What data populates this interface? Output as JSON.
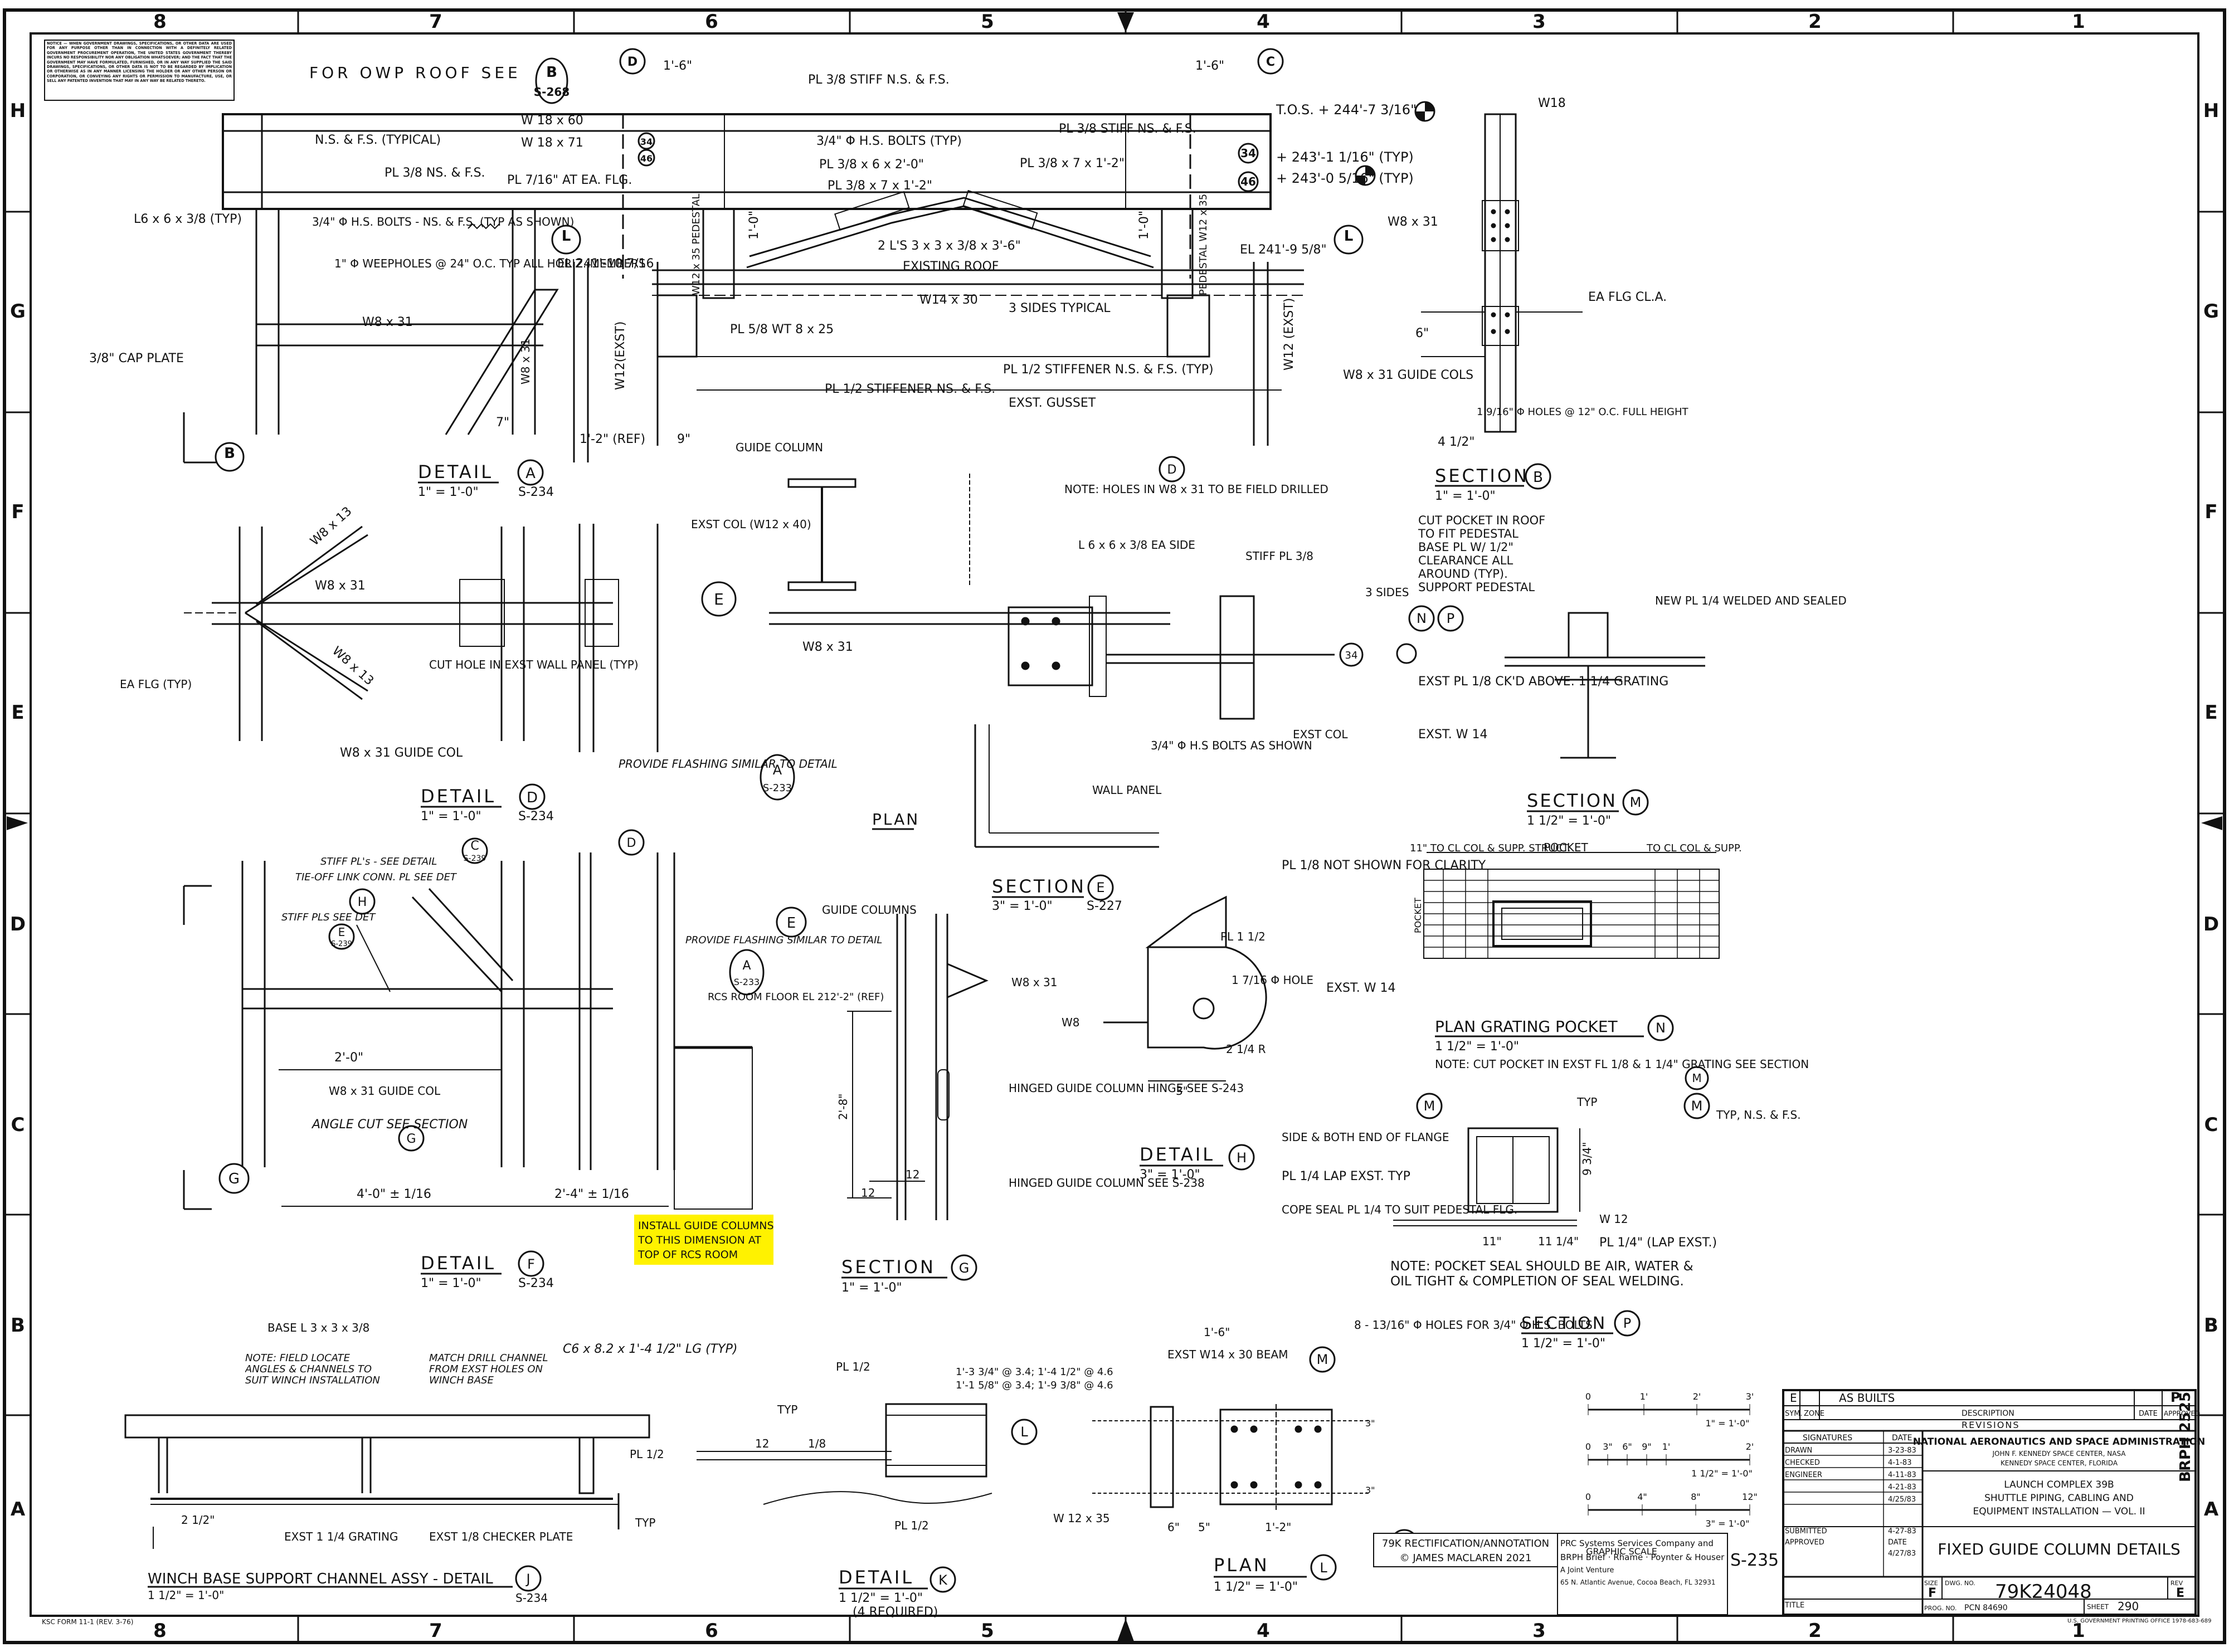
{
  "border": {
    "columns": [
      "8",
      "7",
      "6",
      "5",
      "4",
      "3",
      "2",
      "1"
    ],
    "rows": [
      "H",
      "G",
      "F",
      "E",
      "D",
      "C",
      "B",
      "A"
    ]
  },
  "notice": "NOTICE — WHEN GOVERNMENT DRAWINGS, SPECIFICATIONS, OR OTHER DATA ARE USED FOR ANY PURPOSE OTHER THAN IN CONNECTION WITH A DEFINITELY RELATED GOVERNMENT PROCUREMENT OPERATION, THE UNITED STATES GOVERNMENT THEREBY INCURS NO RESPONSIBILITY NOR ANY OBLIGATION WHATSOEVER; AND THE FACT THAT THE GOVERNMENT MAY HAVE FORMULATED, FURNISHED, OR IN ANY WAY SUPPLIED THE SAID DRAWINGS, SPECIFICATIONS, OR OTHER DATA IS NOT TO BE REGARDED BY IMPLICATION OR OTHERWISE AS IN ANY MANNER LICENSING THE HOLDER OR ANY OTHER PERSON OR CORPORATION, OR CONVEYING ANY RIGHTS OR PERMISSION TO MANUFACTURE, USE, OR SELL ANY PATENTED INVENTION THAT MAY IN ANY WAY BE RELATED THERETO.",
  "detail_a": {
    "roof_note": "FOR OWP ROOF SEE",
    "roof_ref_letter": "B",
    "roof_ref_sheet": "S-268",
    "title": "DETAIL",
    "letter": "A",
    "scale": "1\" = 1'-0\"",
    "sheet": "S-234",
    "labels": [
      "N.S. & F.S. (TYPICAL)",
      "PL 3/8 NS. & F.S.",
      "W 18 x 60",
      "W 18 x 71",
      "PL 7/16\" AT EA. FLG.",
      "L6 x 6 x 3/8 (TYP)",
      "3/4\" Φ H.S. BOLTS - NS. & F.S. (TYP AS SHOWN)",
      "1\" Φ WEEPHOLES @ 24\" O.C. TYP ALL HORIZ. MEMBERS",
      "W8 x 31",
      "3/8\" CAP PLATE",
      "W8 x 31",
      "W12(EXST)",
      "EL 241'-10 7/16",
      "1'-2\" (REF)",
      "9\"",
      "7\"",
      "PL 3/8 STIFF N.S. & F.S.",
      "3/4\" Φ H.S. BOLTS (TYP)",
      "PL 3/8 x 6 x 2'-0\"",
      "PL 3/8 x 7 x 1'-2\"",
      "2 L'S 3 x 3 x 3/8 x 3'-6\"",
      "EXISTING ROOF",
      "W14 x 30",
      "PL 5/8 WT 8 x 25",
      "PL 1/2 STIFFENER NS. & F.S.",
      "PL 3/8 STIFF NS. & F.S.",
      "PL 3/8 x 7 x 1'-2\"",
      "3 SIDES TYPICAL",
      "PL 1/2 STIFFENER N.S. & F.S. (TYP)",
      "EXST. GUSSET",
      "EL 241'-9 5/8\"",
      "W12 (EXST)",
      "W12 x 35 PEDESTAL",
      "PEDESTAL W12 x 35",
      "1'-6\"",
      "1'-6\"",
      "1'-0\"",
      "1'-0\""
    ],
    "elevations": [
      "T.O.S. + 244'-7 3/16\"",
      "+ 243'-1 1/16\" (TYP)",
      "+ 243'-0 5/16\" (TYP)"
    ],
    "tags": [
      "34",
      "46",
      "34",
      "46"
    ],
    "grid": [
      "D",
      "C"
    ],
    "section_tags": [
      "L",
      "L",
      "B"
    ]
  },
  "section_b": {
    "title": "SECTION",
    "letter": "B",
    "scale": "1\" = 1'-0\"",
    "labels": [
      "W18",
      "W8 x 31",
      "EA FLG CL.A.",
      "W8 x 31 GUIDE COLS",
      "1 9/16\" Φ HOLES @ 12\" O.C. FULL HEIGHT",
      "6\"",
      "4 1/2\""
    ]
  },
  "detail_d": {
    "title": "DETAIL",
    "letter": "D",
    "scale": "1\" = 1'-0\"",
    "sheet": "S-234",
    "labels": [
      "W8 x 13",
      "W8 x 31",
      "W8 x 13",
      "EA FLG (TYP)",
      "CUT HOLE IN EXST WALL PANEL (TYP)",
      "W8 x 31 GUIDE COL",
      "EXST COL (W12 x 40)",
      "PROVIDE FLASHING SIMILAR TO DETAIL"
    ],
    "flash_ref_letter": "A",
    "flash_ref_sheet": "S-233",
    "section_tag": "E"
  },
  "plan": {
    "title": "PLAN",
    "labels": [
      "GUIDE COLUMN",
      "NOTE: HOLES IN W8 x 31 TO BE FIELD DRILLED",
      "L 6 x 6 x 3/8 EA SIDE",
      "STIFF PL 3/8",
      "3 SIDES",
      "W8 x 31",
      "3/4\" Φ H.S BOLTS AS SHOWN",
      "EXST COL",
      "WALL PANEL"
    ],
    "grid": "D",
    "tag": "34"
  },
  "section_n_p": {
    "labels": [
      "CUT POCKET IN ROOF TO FIT PEDESTAL BASE PL W/ 1/2\" CLEARANCE ALL AROUND (TYP). SUPPORT PEDESTAL",
      "NEW PL 1/4 WELDED AND SEALED",
      "EXST PL 1/8 CK'D ABOVE. 1 1/4 GRATING",
      "EXST. W 14"
    ],
    "tags": [
      "N",
      "P"
    ]
  },
  "section_m": {
    "title": "SECTION",
    "letter": "M",
    "scale": "1 1/2\" = 1'-0\"",
    "labels": [
      "11\" TO CL COL & SUPP. STRUCT.",
      "POCKET",
      "TO CL COL & SUPP.",
      "PL 1/8 NOT SHOWN FOR CLARITY",
      "POCKET",
      "EXST. W 14"
    ]
  },
  "plan_grating": {
    "title": "PLAN GRATING POCKET",
    "letter": "N",
    "scale": "1 1/2\" = 1'-0\"",
    "note": "NOTE: CUT POCKET IN EXST FL 1/8 & 1 1/4\" GRATING SEE SECTION",
    "note_ref": "M"
  },
  "section_p": {
    "title": "SECTION",
    "letter": "P",
    "scale": "1 1/2\" = 1'-0\"",
    "labels": [
      "TYP",
      "TYP, N.S. & F.S.",
      "SIDE & BOTH END OF FLANGE",
      "PL 1/4 LAP EXST. TYP",
      "COPE SEAL PL 1/4 TO SUIT PEDESTAL FLG.",
      "W 12",
      "PL 1/4\" (LAP EXST.)",
      "11\"",
      "11 1/4\"",
      "9 3/4\""
    ],
    "tags": [
      "M",
      "M"
    ],
    "note": "NOTE: POCKET SEAL SHOULD BE AIR, WATER & OIL TIGHT & COMPLETION OF SEAL WELDING."
  },
  "detail_f": {
    "title": "DETAIL",
    "letter": "F",
    "scale": "1\" = 1'-0\"",
    "sheet": "S-234",
    "labels": [
      "STIFF PL's - SEE DETAIL",
      "TIE-OFF LINK CONN. PL SEE DET",
      "STIFF PLS SEE DET",
      "PROVIDE FLASHING SIMILAR TO DETAIL",
      "RCS ROOM FLOOR EL 212'-2\" (REF)",
      "2'-0\"",
      "W8 x 31 GUIDE COL",
      "ANGLE CUT SEE SECTION",
      "4'-0\" ± 1/16",
      "2'-4\" ± 1/16"
    ],
    "refs": [
      "C",
      "S-239",
      "H",
      "E",
      "S-239",
      "A",
      "S-233",
      "E",
      "G",
      "G"
    ],
    "grid": "D",
    "highlight": [
      "INSTALL GUIDE COLUMNS",
      "TO THIS DIMENSION AT",
      "TOP OF RCS ROOM"
    ]
  },
  "section_e": {
    "title": "SECTION",
    "letter": "E",
    "scale": "3\" = 1'-0\"",
    "sheet": "S-227",
    "labels": [
      "GUIDE COLUMNS",
      "W8 x 31",
      "2'-8\"",
      "HINGED GUIDE COLUMN HINGE SEE S-243",
      "HINGED GUIDE COLUMN SEE S-238",
      "12",
      "12"
    ]
  },
  "section_g": {
    "title": "SECTION",
    "letter": "G",
    "scale": "1\" = 1'-0\""
  },
  "detail_h": {
    "title": "DETAIL",
    "letter": "H",
    "scale": "3\" = 1'-0\"",
    "labels": [
      "PL 1 1/2",
      "1 7/16 Φ HOLE",
      "W8",
      "2 1/4 R",
      "3\""
    ]
  },
  "detail_j": {
    "title": "WINCH BASE SUPPORT CHANNEL ASSY - DETAIL",
    "letter": "J",
    "scale": "1 1/2\" = 1'-0\"",
    "sheet": "S-234",
    "labels": [
      "BASE L 3 x 3 x 3/8",
      "NOTE: FIELD LOCATE ANGLES & CHANNELS TO SUIT WINCH INSTALLATION",
      "MATCH DRILL CHANNEL FROM EXST HOLES ON WINCH BASE",
      "C6 x 8.2 x 1'-4 1/2\" LG (TYP)",
      "PL 1/2",
      "2 1/2\"",
      "EXST 1 1/4 GRATING",
      "EXST 1/8 CHECKER PLATE",
      "TYP"
    ]
  },
  "detail_k": {
    "title": "DETAIL",
    "letter": "K",
    "scale": "1 1/2\" = 1'-0\"",
    "qty": "(4 REQUIRED)",
    "labels": [
      "PL 1/2",
      "TYP",
      "1'-3 3/4\" @ 3.4; 1'-4 1/2\" @ 4.6",
      "1'-1 5/8\" @ 3.4; 1'-9 3/8\" @ 4.6",
      "12",
      "1/8",
      "PL 1/2",
      "W 12 x 35"
    ],
    "tag": "L"
  },
  "plan_l": {
    "title": "PLAN",
    "letter": "L",
    "scale": "1 1/2\" = 1'-0\"",
    "labels": [
      "1'-6\"",
      "EXST W14 x 30 BEAM",
      "8 - 13/16\" Φ HOLES FOR 3/4\" Φ H.S. BOLTS",
      "6\"",
      "5\"",
      "1'-2\"",
      "3\"",
      "3\""
    ],
    "tags": [
      "M",
      "K"
    ]
  },
  "scales": {
    "rows": [
      {
        "ticks": [
          "0",
          "1'",
          "2'",
          "3'"
        ],
        "label": "1\" = 1'-0\""
      },
      {
        "ticks": [
          "0",
          "3\"",
          "6\"",
          "9\"",
          "1'",
          "2'"
        ],
        "label": "1 1/2\" = 1'-0\""
      },
      {
        "ticks": [
          "0",
          "4\"",
          "8\"",
          "12\""
        ],
        "label": "3\" = 1'-0\""
      }
    ],
    "caption": "GRAPHIC SCALE"
  },
  "title_block": {
    "revision": {
      "letter": "E",
      "text": "AS BUILTS",
      "approved": "P"
    },
    "rev_headers": [
      "SYM.",
      "ZONE",
      "DESCRIPTION",
      "DATE",
      "APPROVED"
    ],
    "revisions_label": "REVISIONS",
    "sig_headers": [
      "SIGNATURES",
      "DATE"
    ],
    "sig_rows": [
      {
        "role": "DRAWN",
        "date": "3-23-83"
      },
      {
        "role": "CHECKED",
        "date": "4-1-83"
      },
      {
        "role": "ENGINEER",
        "date": "4-11-83"
      },
      {
        "role": "",
        "date": "4-21-83"
      },
      {
        "role": "",
        "date": "4/25/83"
      },
      {
        "role": "SUBMITTED",
        "date": "4-27-83"
      }
    ],
    "agency": "NATIONAL AERONAUTICS AND SPACE ADMINISTRATION",
    "agency_sub1": "JOHN F. KENNEDY SPACE CENTER, NASA",
    "agency_sub2": "KENNEDY SPACE CENTER, FLORIDA",
    "project1": "LAUNCH COMPLEX 39B",
    "project2": "SHUTTLE PIPING, CABLING AND",
    "project3": "EQUIPMENT INSTALLATION — VOL. II",
    "drawing_title": "FIXED GUIDE COLUMN DETAILS",
    "approved": "APPROVED",
    "date_label": "DATE",
    "approved_date": "4/27/83",
    "size_label": "SIZE",
    "size": "F",
    "dwg_label": "DWG. NO.",
    "dwg_no": "79K24048",
    "rev_label": "REV",
    "rev": "E",
    "prog_label": "PROG. NO.",
    "pcn": "PCN 84690",
    "sheet_label": "SHEET",
    "sheet": "290",
    "title_label": "TITLE"
  },
  "contractor": {
    "line1": "PRC Systems Services Company and",
    "line2": "BRPH Brief · Rhame · Poynter & Houser",
    "line3": "A Joint Venture",
    "line4": "65 N. Atlantic Avenue, Cocoa Beach, FL 32931"
  },
  "annotation": {
    "line1": "79K RECTIFICATION/ANNOTATION",
    "line2": "© JAMES MACLAREN 2021"
  },
  "sheet_ref": "S-235",
  "side_code": "BRPH 2525",
  "form_code": "KSC FORM 11-1 (REV. 3-76)",
  "gpo": "U.S. GOVERNMENT PRINTING OFFICE 1978-683-689"
}
